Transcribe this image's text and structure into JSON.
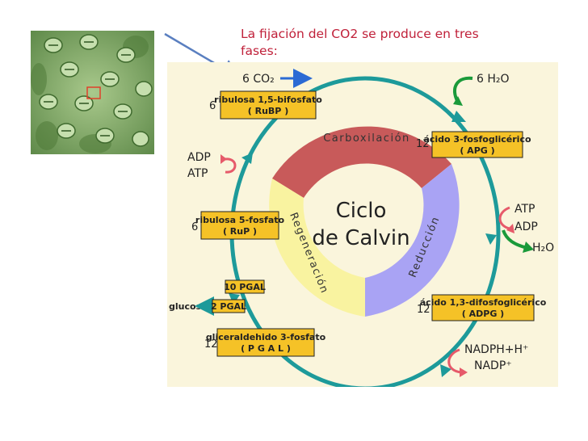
{
  "caption": {
    "line1": "La fijación del CO2 se produce en tres",
    "line2": "fases:"
  },
  "photo": {
    "icon": "leaf-stomata-micrograph"
  },
  "colors": {
    "background": "#faf5dc",
    "cycle_arrow": "#1d9a9a",
    "carboxylation": "#c85a5a",
    "reduction": "#a9a3f4",
    "regeneration": "#f9f3a0",
    "box_fill": "#f5c227",
    "red_arrow": "#e65a6a",
    "green_arrow": "#1a9a3a",
    "blue_arrow": "#2b6ad4",
    "caption": "#c0213a"
  },
  "diagram": {
    "center_line1": "Ciclo",
    "center_line2": "de Calvin",
    "phases": {
      "carboxylation": "Carboxilación",
      "reduction": "Reducción",
      "regeneration": "Regeneración"
    },
    "co2": "6 CO₂",
    "h2o_top": "6 H₂O",
    "adp_left": "ADP",
    "atp_left": "ATP",
    "atp_right": "ATP",
    "adp_right": "ADP",
    "h2o_right": "H₂O",
    "nadph": "NADPH+H⁺",
    "nadp": "NADP⁺",
    "glucosa": "glucosa",
    "boxes": {
      "rubp_line1": "ribulosa 1,5-bifosfato",
      "rubp_line2": "( RuBP )",
      "rubp_count": "6",
      "apg_line1": "ácido 3-fosfoglicérico",
      "apg_line2": "( APG )",
      "apg_count": "12",
      "rup_line1": "ribulosa 5-fosfato",
      "rup_line2": "( RuP )",
      "rup_count": "6",
      "adpg_line1": "ácido 1,3-difosfoglicérico",
      "adpg_line2": "( ADPG )",
      "adpg_count": "12",
      "pgal10": "10 PGAL",
      "pgal2": "2 PGAL",
      "pgal_line1": "gliceraldehido 3-fosfato",
      "pgal_line2": "( P G A L )",
      "pgal_count": "12"
    }
  }
}
